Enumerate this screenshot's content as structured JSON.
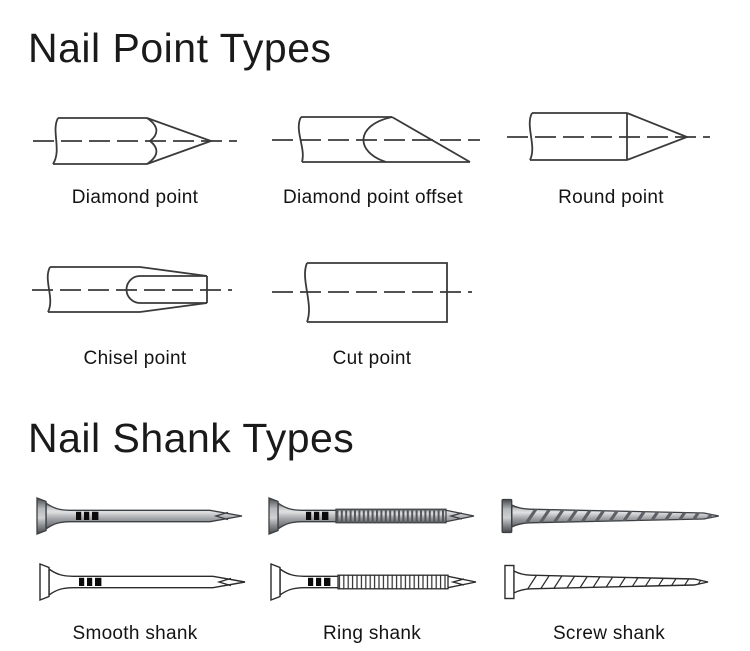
{
  "page": {
    "background": "#ffffff",
    "heading_color": "#1a1a1a",
    "label_color": "#141414",
    "line_color": "#3a3a3a",
    "metal_color": "#a2a5a8"
  },
  "point_section": {
    "title": "Nail Point Types",
    "items": [
      {
        "label": "Diamond point",
        "icon": "diamond-point-diagram"
      },
      {
        "label": "Diamond point offset",
        "icon": "diamond-point-offset-diagram"
      },
      {
        "label": "Round point",
        "icon": "round-point-diagram"
      },
      {
        "label": "Chisel point",
        "icon": "chisel-point-diagram"
      },
      {
        "label": "Cut point",
        "icon": "cut-point-diagram"
      }
    ]
  },
  "shank_section": {
    "title": "Nail Shank Types",
    "items": [
      {
        "label": "Smooth shank",
        "icon": "smooth-shank-nail"
      },
      {
        "label": "Ring shank",
        "icon": "ring-shank-nail"
      },
      {
        "label": "Screw shank",
        "icon": "screw-shank-nail"
      }
    ]
  }
}
